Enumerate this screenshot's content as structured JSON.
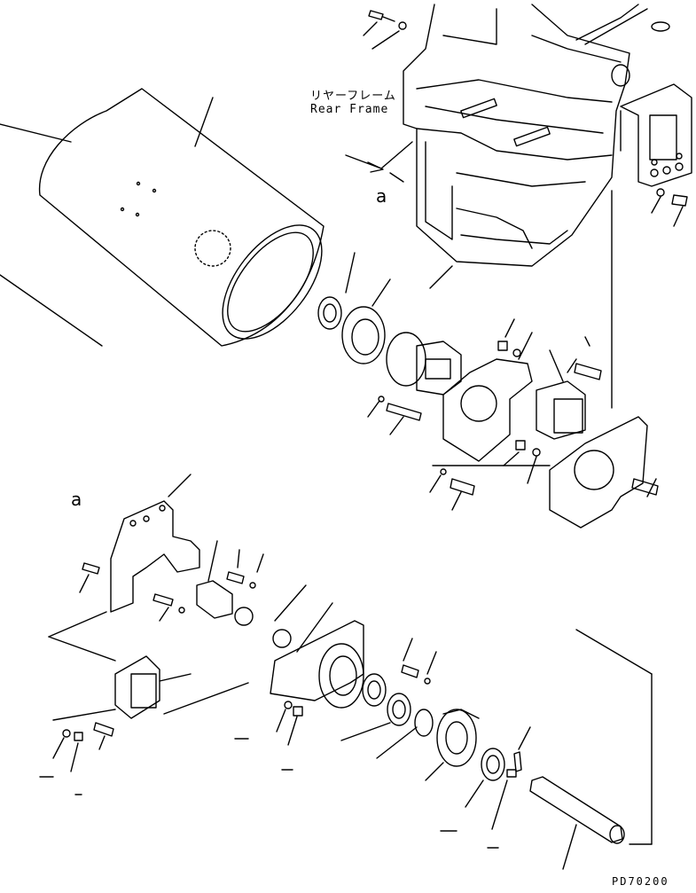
{
  "labels": {
    "rear_frame_jp": "リヤーフレーム",
    "rear_frame_en": "Rear Frame",
    "view_marker_upper": "a",
    "view_marker_lower": "a",
    "drawing_code": "PD70200"
  }
}
